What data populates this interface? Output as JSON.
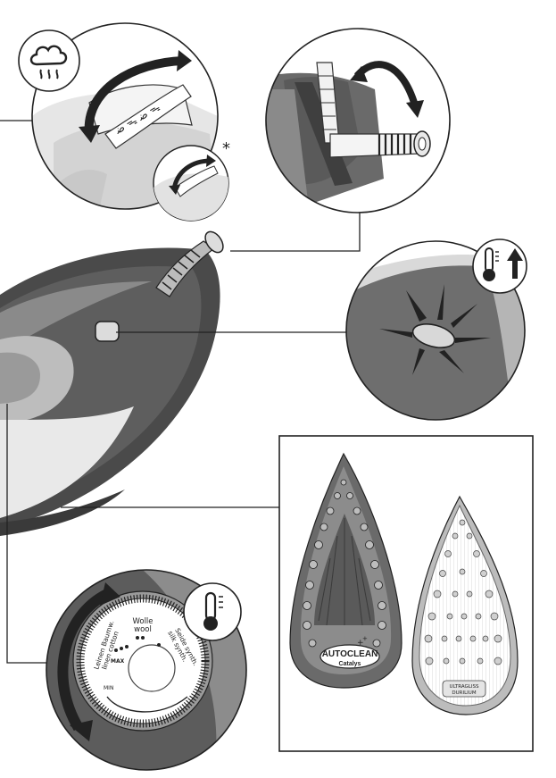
{
  "callouts": {
    "asterisk": "*"
  },
  "dial": {
    "top_label_1": "Wolle",
    "top_label_2": "wool",
    "left_label_1": "Leinen Baumw.",
    "left_label_2": "linen cotton",
    "right_label_1": "Seide synth.",
    "right_label_2": "silk synth.",
    "max_label": "MAX",
    "min_label": "MIN"
  },
  "soleplate_left": {
    "brand_line_1": "AUTOCLEAN",
    "brand_line_2": "Catalys"
  },
  "soleplate_right": {
    "badge_line_1": "ULTRAGLISS",
    "badge_line_2": "DURILIUM"
  },
  "icons": {
    "steam": "steam-cloud-icon",
    "temperature_up": "thermometer-up-icon",
    "temperature": "thermometer-icon"
  }
}
